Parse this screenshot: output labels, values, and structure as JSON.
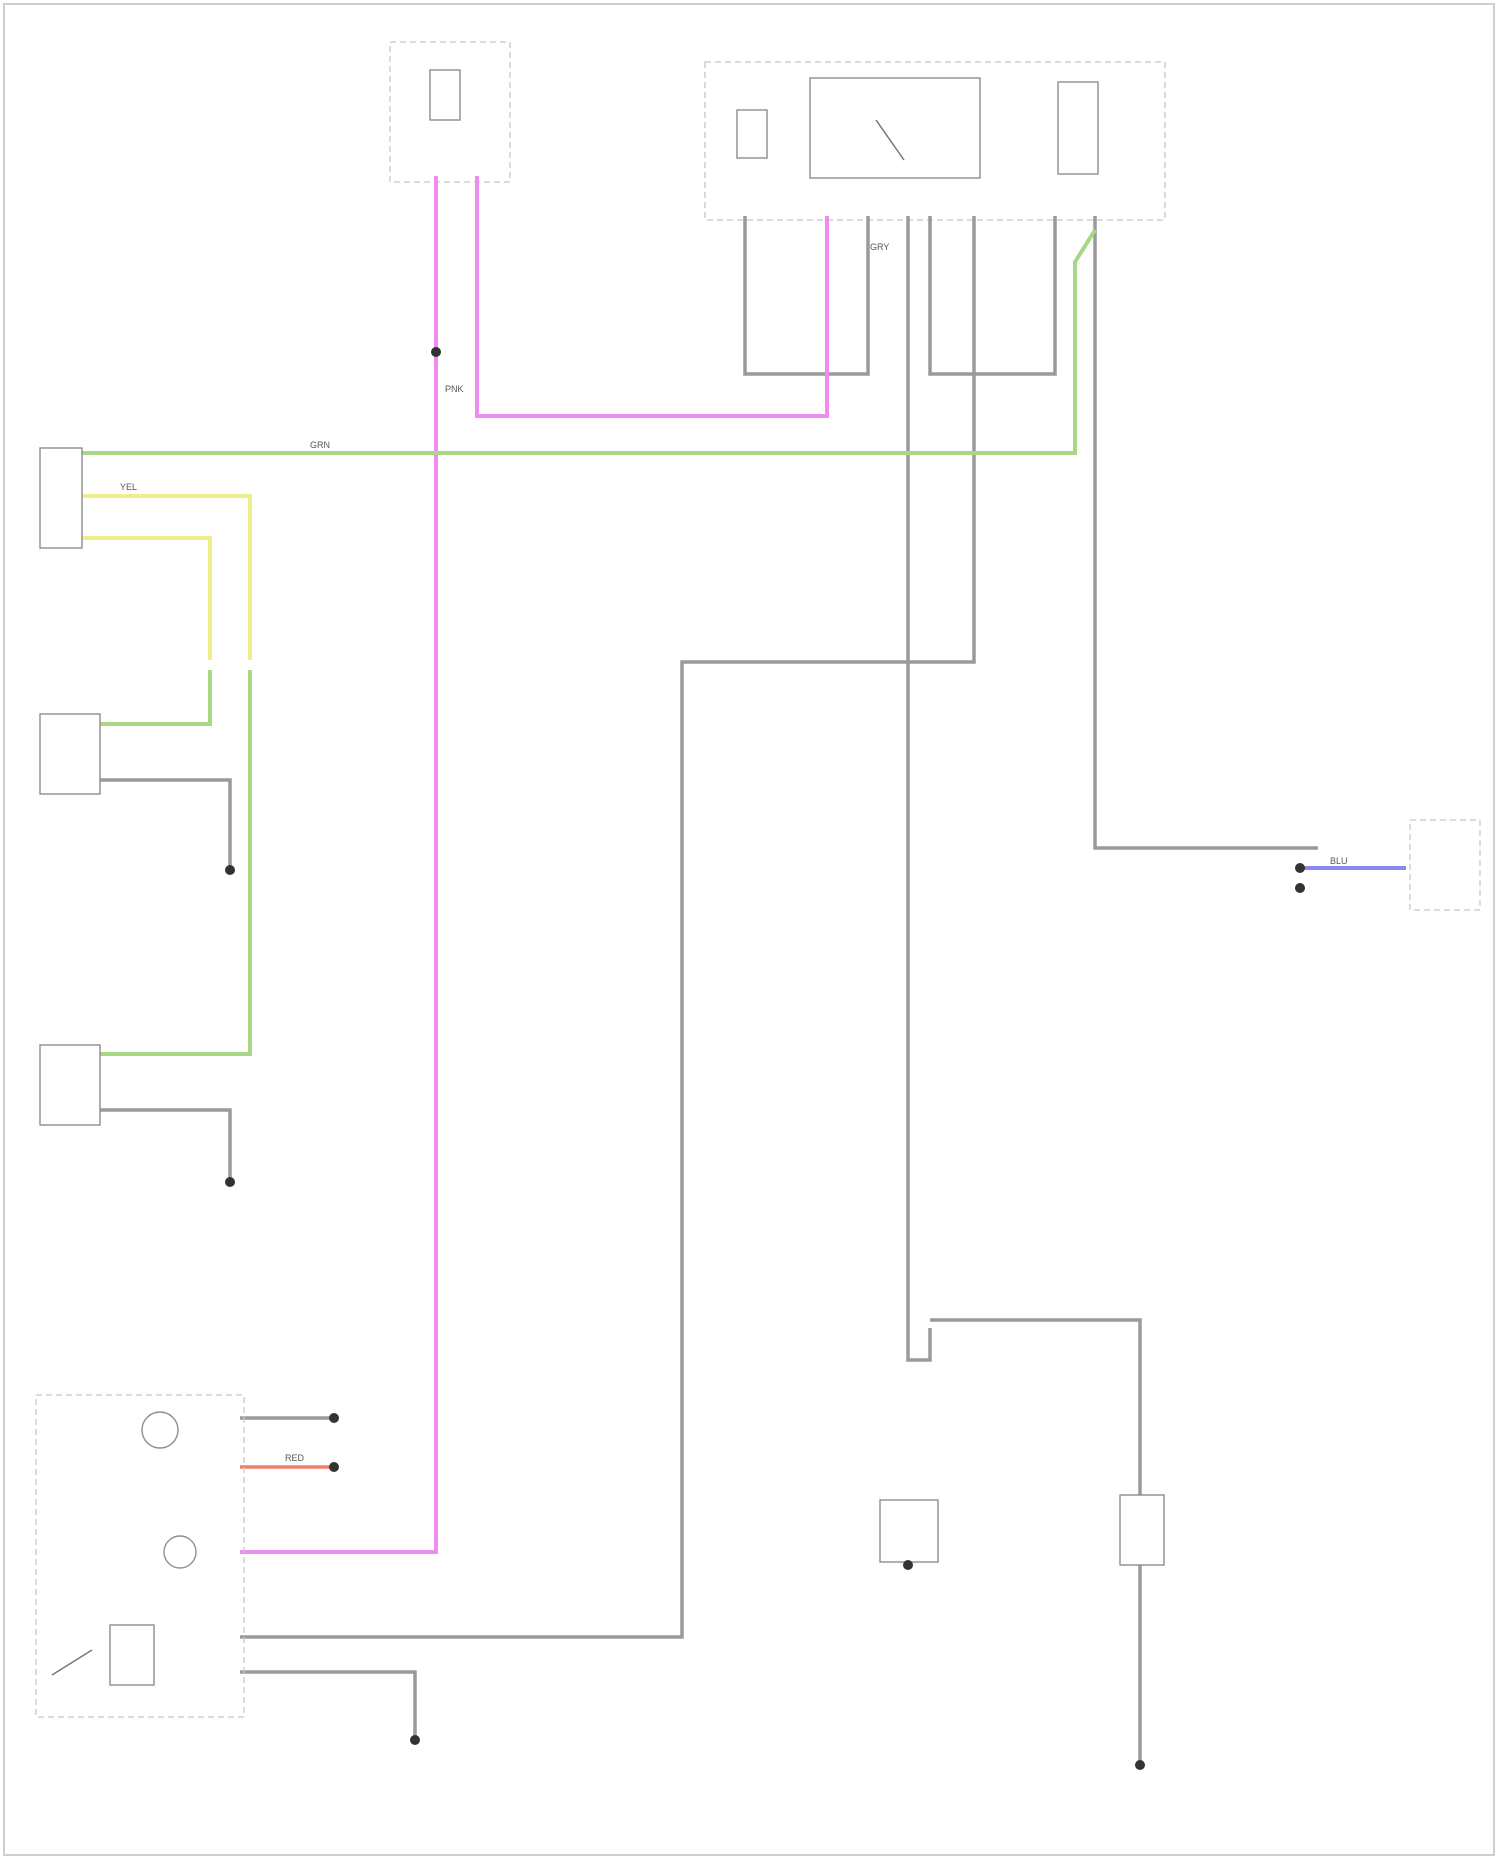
{
  "diagram": {
    "footer_code": "",
    "components": {
      "fuse_relay_block": {
        "name": "",
        "fuse_label": ""
      },
      "smart_junction_box": {
        "name": "",
        "fuse_left": "",
        "relay": "",
        "fuse_right": "",
        "location": ""
      },
      "crank_sensor_conn": {
        "name": ""
      },
      "data_connector": {
        "name": ""
      },
      "right_sensor": {
        "name": "",
        "location": ""
      },
      "left_sensor": {
        "name": "",
        "location": ""
      },
      "engine_control": {
        "name": "",
        "switch": "",
        "label": ""
      },
      "right_mount": {
        "name": "",
        "label": ""
      },
      "brake_switch": {
        "name": ""
      },
      "key_module": {
        "name": "",
        "location": ""
      }
    },
    "grounds": {
      "g1": "",
      "g2": "",
      "g3": "",
      "g4": "",
      "g5": ""
    },
    "wire_colors": {
      "pink_main": "PNK",
      "green_main": "GRN",
      "gray_main": "GRY",
      "blue_short": "BLU",
      "yellow_pair": "YEL",
      "red_short": "RED"
    },
    "colors": {
      "pink": "#f08cf0",
      "green": "#a6d886",
      "yellow": "#efef8a",
      "blue": "#8a8aee",
      "gray": "#9a9a9a",
      "red": "#ef7f6a"
    }
  }
}
